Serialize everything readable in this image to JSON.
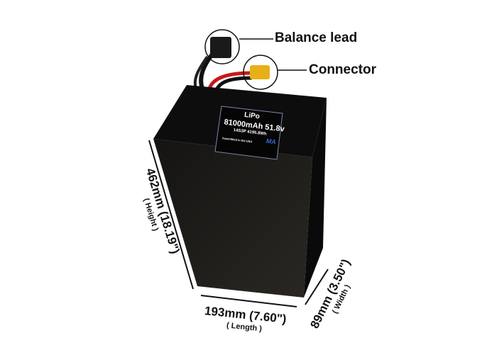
{
  "callouts": {
    "balance_lead": "Balance lead",
    "connector": "Connector"
  },
  "label": {
    "chemistry": "LiPo",
    "capacity_voltage": "81000mAh 51.8v",
    "config_energy": "14S3P 4195.8Wh",
    "assembled": "Assembled in the USA",
    "logo": "MA"
  },
  "dimensions": {
    "height": "462mm (18.19\")",
    "height_sub": "( Height )",
    "length": "193mm (7.60\")",
    "length_sub": "( Length )",
    "width": "89mm (3.50\")",
    "width_sub": "( Width )"
  }
}
